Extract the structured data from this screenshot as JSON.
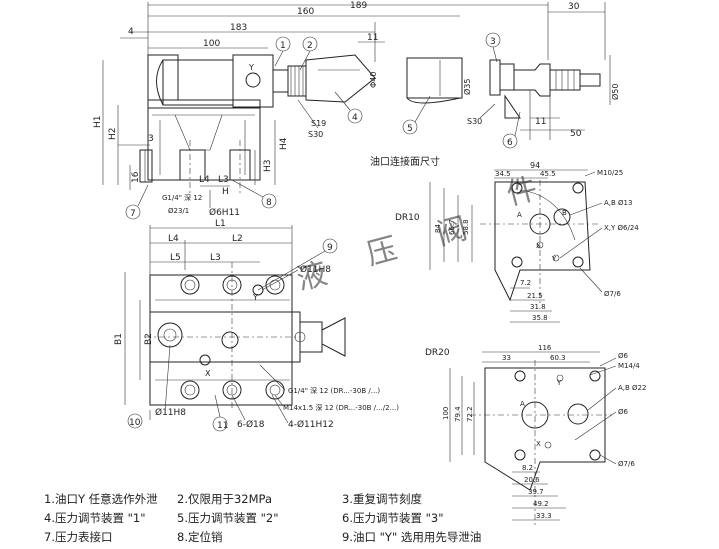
{
  "dims_top": {
    "d189": "189",
    "d160": "160",
    "d183": "183",
    "d100": "100",
    "d4": "4",
    "d11": "11",
    "d30": "30",
    "phi40": "Φ40",
    "phi35": "Ø35",
    "phi50": "Ø50",
    "s19": "S19",
    "s30a": "S30",
    "s30b": "S30",
    "d11b": "11",
    "d50": "50",
    "h1": "H1",
    "h2": "H2",
    "h3": "H3",
    "h4": "H4",
    "d3": "3",
    "d16": "16",
    "l4": "L4",
    "l3": "L3",
    "g14": "G1/4\" 深 12",
    "phi23": "Ø23/1",
    "phi6h11": "Ø6H11"
  },
  "callouts": [
    "1",
    "2",
    "3",
    "4",
    "5",
    "6",
    "7",
    "8",
    "9",
    "10",
    "11"
  ],
  "plan": {
    "l1": "L1",
    "l2": "L2",
    "l4": "L4",
    "l5": "L5",
    "l3": "L3",
    "b1": "B1",
    "b2": "B2",
    "phi11h8": "Ø11H8",
    "phi11h8b": "Ø11H8",
    "g14": "G1/4\" 深 12 (DR...-30B /...)",
    "m14": "M14x1.5 深 12 (DR...-30B /.../2...)",
    "phi18": "6-Ø18",
    "phi11h12": "4-Ø11H12",
    "xy": "X",
    "y": "Y"
  },
  "port_title": "油口连接面尺寸",
  "dr10": {
    "label": "DR10",
    "d94": "94",
    "d345": "34.5",
    "d455": "45.5",
    "m10": "M10/25",
    "phi18": "A,B Ø13",
    "phi6": "X,Y Ø6/24",
    "d84": "84",
    "d667": "66.7",
    "d588": "58.8",
    "d72": "7.2",
    "d215": "21.5",
    "d318": "31.8",
    "d358": "35.8",
    "phi7": "Ø7/6",
    "a": "A",
    "b": "B",
    "x": "X",
    "y": "Y"
  },
  "dr20": {
    "label": "DR20",
    "d116": "116",
    "d33": "33",
    "d603": "60.3",
    "phi6": "Ø6",
    "m14": "M14/4",
    "ab": "A,B Ø22",
    "phi6b": "Ø6",
    "d100": "100",
    "d794": "79.4",
    "d722": "72.2",
    "phi7": "Ø7/6",
    "d82": "8.2",
    "d206": "20.6",
    "d397": "39.7",
    "d492": "49.2",
    "d333": "33.3",
    "a": "A",
    "x": "X",
    "y": "Y"
  },
  "legend": [
    [
      "1.油口Y 任意选作外泄",
      "2.仅限用于32MPa",
      "3.重复调节刻度"
    ],
    [
      "4.压力调节装置 \"1\"",
      "5.压力调节装置 \"2\"",
      "6.压力调节装置 \"3\""
    ],
    [
      "7.压力表接口",
      "8.定位销",
      "9.油口 \"Y\" 选用用先导泄油"
    ]
  ],
  "watermark": [
    "液",
    "压",
    "阀",
    "件"
  ]
}
